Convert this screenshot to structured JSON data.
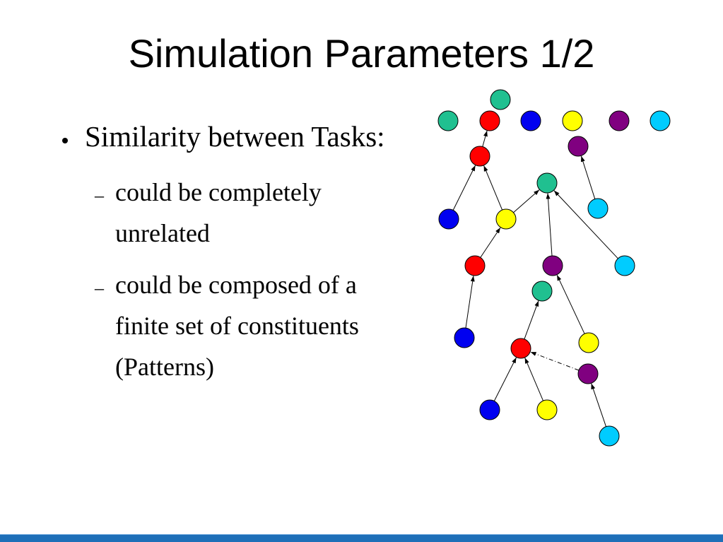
{
  "slide": {
    "title": "Simulation Parameters 1/2",
    "sub_bullet_marker": "–",
    "bullets": [
      {
        "text": "Similarity between Tasks:",
        "sub": [
          "could be completely unrelated",
          "could be composed of a finite set of constituents (Patterns)"
        ]
      }
    ]
  },
  "colors": {
    "teal": "#20C090",
    "red": "#FF0000",
    "blue": "#0000F0",
    "yellow": "#FFFF00",
    "purple": "#800080",
    "cyan": "#00CCFF",
    "footer_bar": "#1E6FB8"
  },
  "diagram": {
    "nodes": [
      "teal",
      "teal",
      "red",
      "blue",
      "yellow",
      "purple",
      "cyan",
      "red",
      "purple",
      "teal",
      "blue",
      "yellow",
      "cyan",
      "red",
      "purple",
      "cyan",
      "teal",
      "blue",
      "yellow",
      "red",
      "purple",
      "blue",
      "yellow",
      "cyan"
    ],
    "edges": [
      {
        "from": 7,
        "to": 2,
        "style": "solid"
      },
      {
        "from": 10,
        "to": 7,
        "style": "solid"
      },
      {
        "from": 11,
        "to": 7,
        "style": "solid"
      },
      {
        "from": 11,
        "to": 9,
        "style": "solid"
      },
      {
        "from": 13,
        "to": 11,
        "style": "solid"
      },
      {
        "from": 14,
        "to": 9,
        "style": "solid"
      },
      {
        "from": 15,
        "to": 9,
        "style": "solid"
      },
      {
        "from": 12,
        "to": 8,
        "style": "solid"
      },
      {
        "from": 17,
        "to": 13,
        "style": "solid"
      },
      {
        "from": 19,
        "to": 16,
        "style": "solid"
      },
      {
        "from": 18,
        "to": 14,
        "style": "solid"
      },
      {
        "from": 20,
        "to": 19,
        "style": "dashdot"
      },
      {
        "from": 21,
        "to": 19,
        "style": "solid"
      },
      {
        "from": 22,
        "to": 19,
        "style": "solid"
      },
      {
        "from": 23,
        "to": 20,
        "style": "solid"
      }
    ]
  }
}
